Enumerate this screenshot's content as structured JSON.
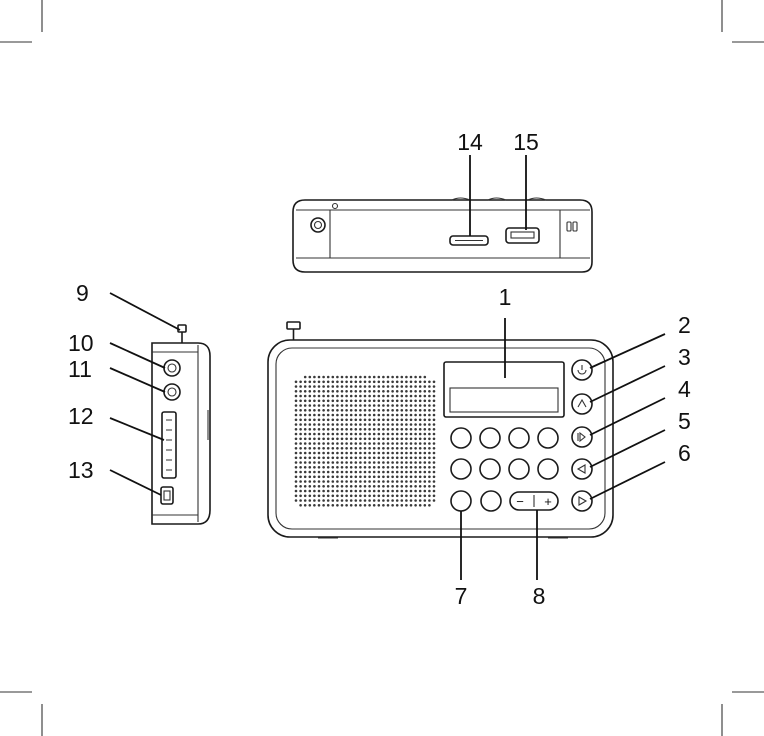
{
  "callouts": {
    "n1": "1",
    "n2": "2",
    "n3": "3",
    "n4": "4",
    "n5": "5",
    "n6": "6",
    "n7": "7",
    "n8": "8",
    "n9": "9",
    "n10": "10",
    "n11": "11",
    "n12": "12",
    "n13": "13",
    "n14": "14",
    "n15": "15"
  },
  "volume": {
    "minus": "−",
    "plus": "+"
  },
  "colors": {
    "line": "#1a1a1a",
    "background": "#ffffff"
  }
}
